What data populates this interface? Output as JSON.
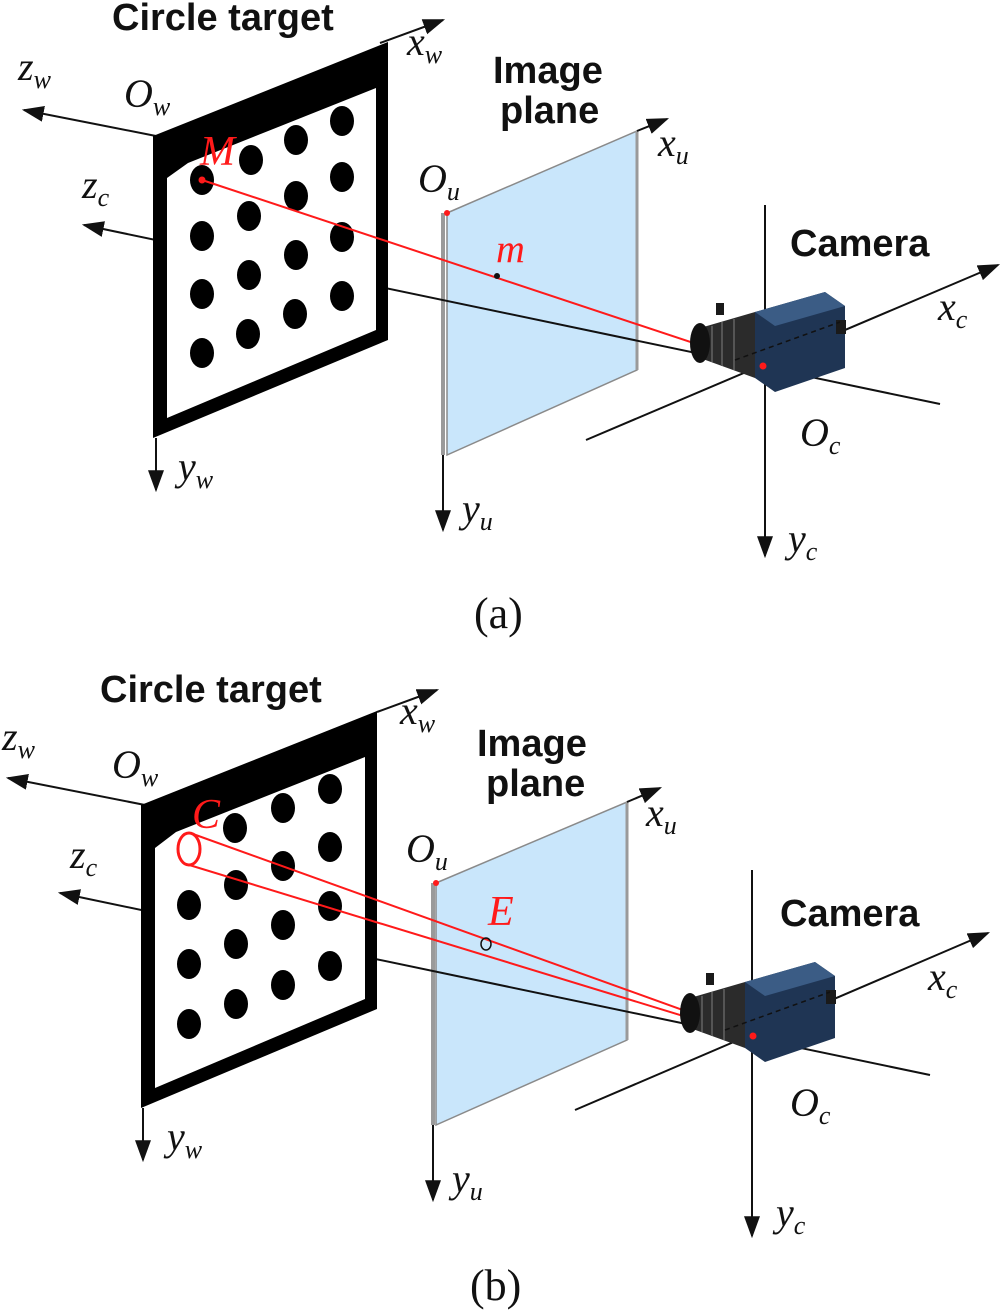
{
  "colors": {
    "ray": "#ff1a1a",
    "plane_fill": "#c9e6fb",
    "plane_edge": "#8a8a8a",
    "axis": "#111111",
    "target_frame": "#000000",
    "camera_body": "#1f3554",
    "camera_lens": "#2a2a2a"
  },
  "panel_a": {
    "target_title": "Circle target",
    "plane_title_line1": "Image",
    "plane_title_line2": "plane",
    "camera_title": "Camera",
    "world_origin": "O",
    "world_origin_sub": "w",
    "world_z": "z",
    "world_z_sub": "w",
    "world_x": "x",
    "world_x_sub": "w",
    "world_y": "y",
    "world_y_sub": "w",
    "image_origin": "O",
    "image_origin_sub": "u",
    "image_x": "x",
    "image_x_sub": "u",
    "image_y": "y",
    "image_y_sub": "u",
    "cam_z": "z",
    "cam_z_sub": "c",
    "cam_x": "x",
    "cam_x_sub": "c",
    "cam_y": "y",
    "cam_y_sub": "c",
    "cam_origin": "O",
    "cam_origin_sub": "c",
    "world_point": "M",
    "image_point": "m",
    "caption": "(a)"
  },
  "panel_b": {
    "target_title": "Circle target",
    "plane_title_line1": "Image",
    "plane_title_line2": "plane",
    "camera_title": "Camera",
    "world_origin": "O",
    "world_origin_sub": "w",
    "world_z": "z",
    "world_z_sub": "w",
    "world_x": "x",
    "world_x_sub": "w",
    "world_y": "y",
    "world_y_sub": "w",
    "image_origin": "O",
    "image_origin_sub": "u",
    "image_x": "x",
    "image_x_sub": "u",
    "image_y": "y",
    "image_y_sub": "u",
    "cam_z": "z",
    "cam_z_sub": "c",
    "cam_x": "x",
    "cam_x_sub": "c",
    "cam_y": "y",
    "cam_y_sub": "c",
    "cam_origin": "O",
    "cam_origin_sub": "c",
    "world_circle": "C",
    "image_ellipse": "E",
    "caption": "(b)"
  }
}
